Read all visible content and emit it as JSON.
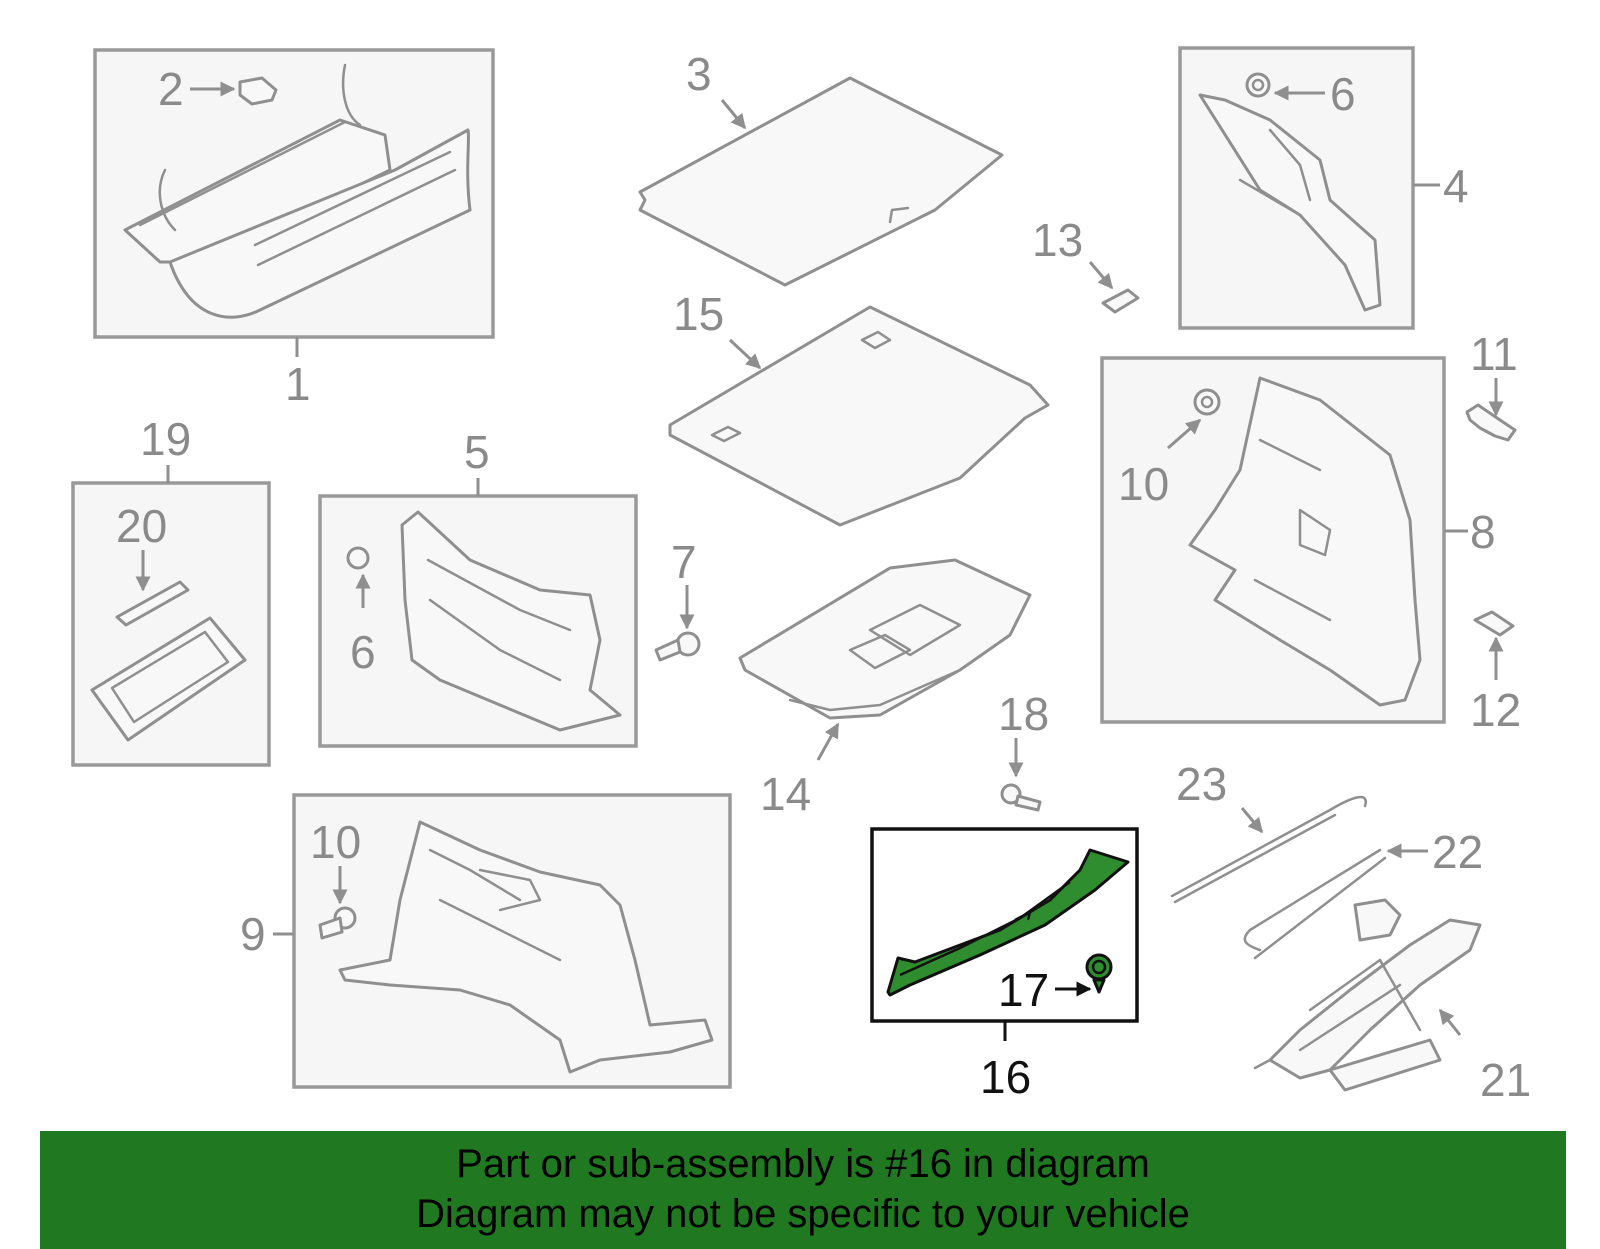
{
  "diagram": {
    "callouts": {
      "c1": "1",
      "c2": "2",
      "c3": "3",
      "c4": "4",
      "c5": "5",
      "c6a": "6",
      "c6b": "6",
      "c7": "7",
      "c8": "8",
      "c9": "9",
      "c10a": "10",
      "c10b": "10",
      "c11": "11",
      "c12": "12",
      "c13": "13",
      "c14": "14",
      "c15": "15",
      "c16": "16",
      "c17": "17",
      "c18": "18",
      "c19": "19",
      "c20": "20",
      "c21": "21",
      "c22": "22",
      "c23": "23"
    },
    "highlighted_part": "16",
    "colors": {
      "highlight": "#2f8c2f",
      "banner": "#207820",
      "lines": "#8f8f8f"
    }
  },
  "banner": {
    "line1": "Part or sub-assembly is #16 in diagram",
    "line2": "Diagram may not be specific to your vehicle"
  }
}
